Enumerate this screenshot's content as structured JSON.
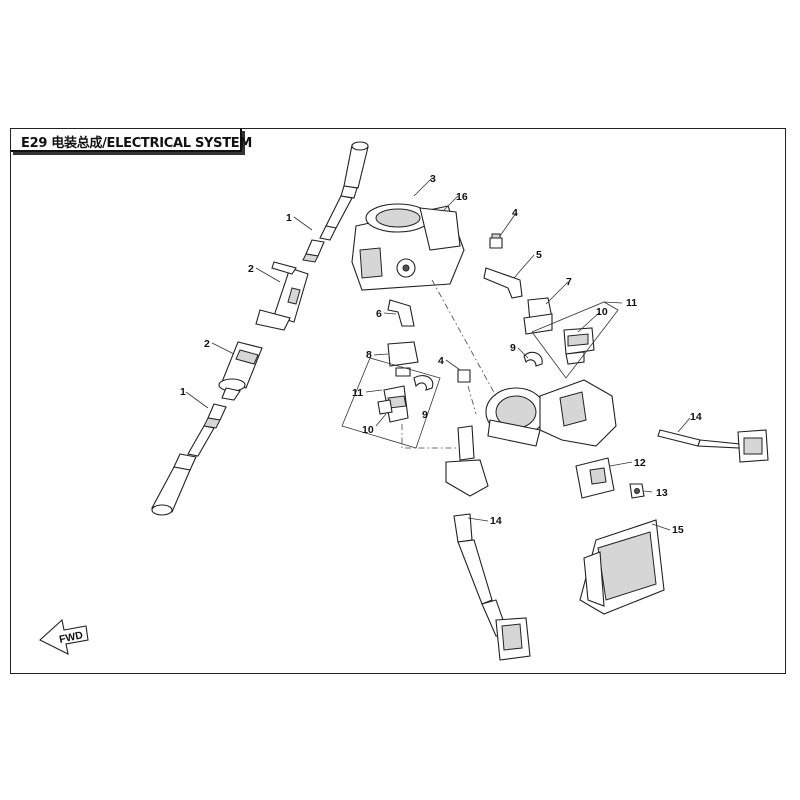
{
  "title": "E29 电装总成/ELECTRICAL SYSTEM",
  "callouts": [
    {
      "id": "c1a",
      "text": "1"
    },
    {
      "id": "c1b",
      "text": "1"
    },
    {
      "id": "c2a",
      "text": "2"
    },
    {
      "id": "c2b",
      "text": "2"
    },
    {
      "id": "c3",
      "text": "3"
    },
    {
      "id": "c16",
      "text": "16"
    },
    {
      "id": "c4a",
      "text": "4"
    },
    {
      "id": "c4b",
      "text": "4"
    },
    {
      "id": "c5",
      "text": "5"
    },
    {
      "id": "c6",
      "text": "6"
    },
    {
      "id": "c7",
      "text": "7"
    },
    {
      "id": "c8",
      "text": "8"
    },
    {
      "id": "c9a",
      "text": "9"
    },
    {
      "id": "c9b",
      "text": "9"
    },
    {
      "id": "c10a",
      "text": "10"
    },
    {
      "id": "c10b",
      "text": "10"
    },
    {
      "id": "c11a",
      "text": "11"
    },
    {
      "id": "c11b",
      "text": "11"
    },
    {
      "id": "c12",
      "text": "12"
    },
    {
      "id": "c13",
      "text": "13"
    },
    {
      "id": "c14a",
      "text": "14"
    },
    {
      "id": "c14b",
      "text": "14"
    },
    {
      "id": "c15",
      "text": "15"
    }
  ],
  "fwd_label": "FWD"
}
